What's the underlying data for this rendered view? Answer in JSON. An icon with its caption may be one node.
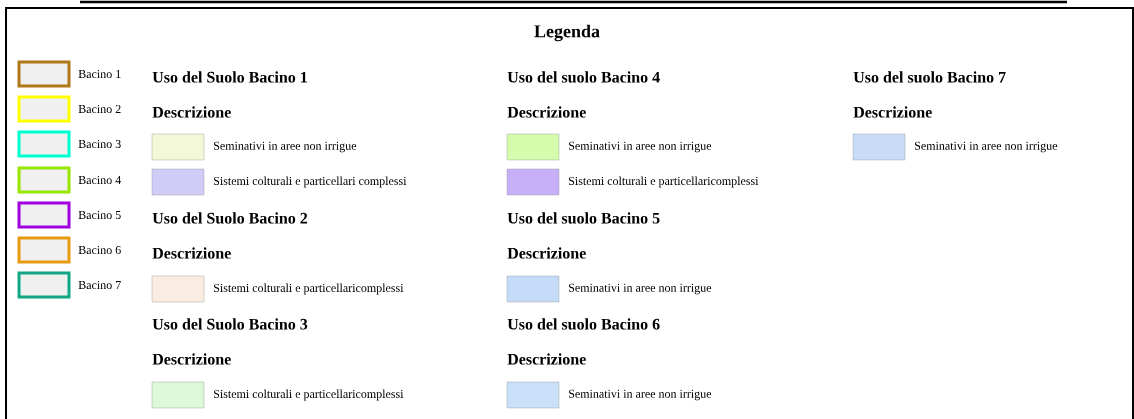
{
  "diagram": {
    "title": "Legenda",
    "labels": [
      "Uso del Suolo Bacino 1",
      "Descrizione",
      "Uso del Suolo Bacino 2",
      "Descrizione",
      "Uso del Suolo Bacino 3",
      "Descrizione",
      "Uso del suolo Bacino 4",
      "Descrizione",
      "Uso del suolo Bacino 5",
      "Descrizione",
      "Uso del suolo Bacino 6",
      "Descrizione",
      "Uso del suolo Bacino 7",
      "Descrizione"
    ],
    "legend": [
      {
        "text": "Bacino 1"
      },
      {
        "text": "Bacino 2"
      },
      {
        "text": "Bacino 3"
      },
      {
        "text": "Bacino 4"
      },
      {
        "text": "Bacino 5"
      },
      {
        "text": "Bacino 6"
      },
      {
        "text": "Bacino 7"
      },
      {
        "text": "Seminativi in aree non irrigue",
        "color": "#f2f8d8"
      },
      {
        "text": "Sistemi colturali e particellari complessi",
        "color": "#d0ccf8"
      },
      {
        "text": "Sistemi colturali e particellaricomplessi",
        "color": "#faece0"
      },
      {
        "text": "Sistemi colturali e particellaricomplessi",
        "color": "#dcf8d8"
      },
      {
        "text": "Seminativi in aree non irrigue",
        "color": "#d4fcac"
      },
      {
        "text": "Sistemi colturali e particellaricomplessi",
        "color": "#c8b0f8"
      },
      {
        "text": "Seminativi in aree non irrigue",
        "color": "#c4dcf8"
      },
      {
        "text": "Seminativi in aree non irrigue",
        "color": "#c8e0f8"
      },
      {
        "text": "Seminativi in aree non irrigue",
        "color": "#c8dcf8"
      }
    ]
  }
}
